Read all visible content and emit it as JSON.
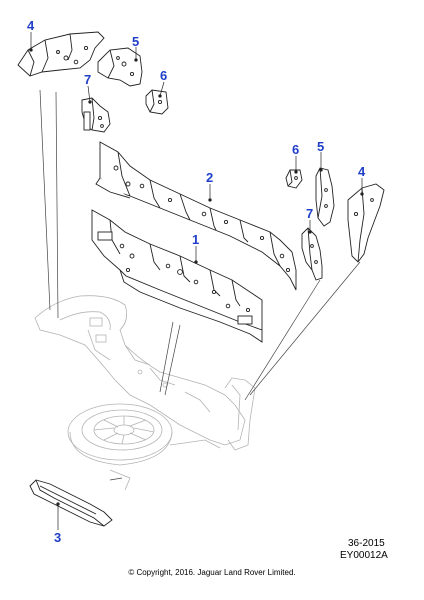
{
  "callouts": {
    "p1": "1",
    "p2": "2",
    "p3": "3",
    "p4a": "4",
    "p4b": "4",
    "p5a": "5",
    "p5b": "5",
    "p6a": "6",
    "p6b": "6",
    "p7a": "7",
    "p7b": "7"
  },
  "footer": {
    "date_code": "36-2015",
    "drawing_id": "EY00012A",
    "copyright": "© Copyright, 2016. Jaguar Land Rover Limited."
  },
  "colors": {
    "callout": "#1f3fc8",
    "part_line": "#222222",
    "ghost_line": "#b4b4b4"
  }
}
